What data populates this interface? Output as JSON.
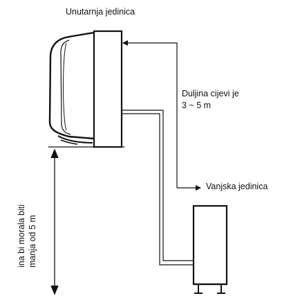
{
  "labels": {
    "indoor_unit": "Unutarnja jedinica",
    "outdoor_unit": "Vanjska jedinica",
    "pipe_length_line1": "Duljina cijevi je",
    "pipe_length_line2": "3 ~ 5 m",
    "height_line1": "ina bi morala biti",
    "height_line2": "manja od 5 m"
  },
  "colors": {
    "stroke": "#111111",
    "background": "#ffffff"
  }
}
